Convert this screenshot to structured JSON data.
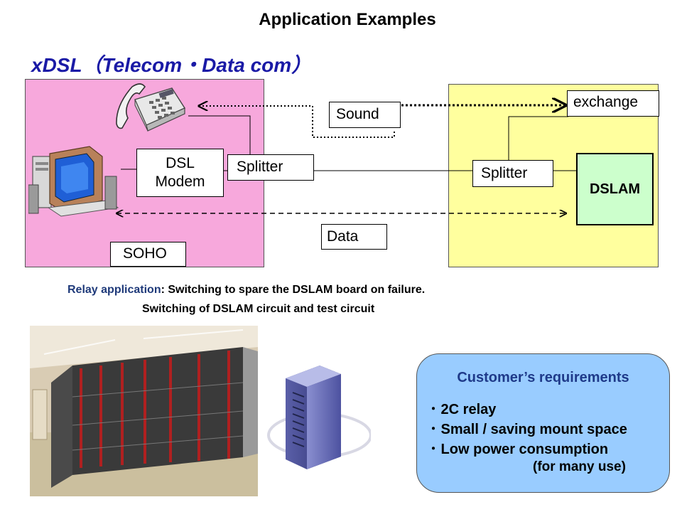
{
  "title": "Application Examples",
  "subtitle": "xDSL（Telecom・Data com）",
  "diagram": {
    "soho_label": "SOHO",
    "modem_line1": "DSL",
    "modem_line2": "Modem",
    "splitter_left": "Splitter",
    "splitter_right": "Splitter",
    "sound_label": "Sound",
    "data_label": "Data",
    "exchange_label": "exchange",
    "dslam_label": "DSLAM"
  },
  "relay": {
    "key": "Relay application",
    "sep": ":",
    "line1": " Switching  to spare the DSLAM board on failure.",
    "line2": "Switching  of DSLAM circuit and test circuit"
  },
  "requirements": {
    "title": "Customer’s requirements",
    "items": [
      "･ 2C relay",
      "･ Small / saving mount space",
      "･ Low power consumption"
    ],
    "note": "(for many use)"
  },
  "colors": {
    "soho_bg": "#f7a8dc",
    "exchange_bg": "#ffff9e",
    "dslam_bg": "#ccffcc",
    "requirements_bg": "#99ccff"
  }
}
